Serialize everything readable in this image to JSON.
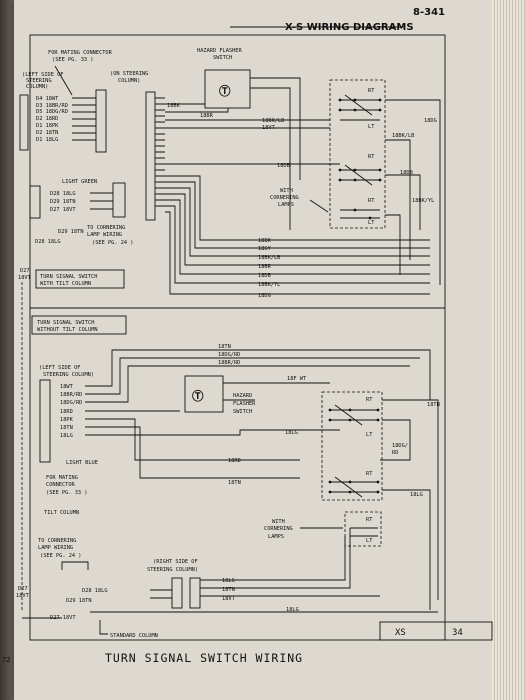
{
  "header": {
    "section_title": "X-S WIRING DIAGRAMS",
    "page_number": "8-341",
    "left_margin_number": "72"
  },
  "footer": {
    "diagram_title": "TURN SIGNAL SWITCH WIRING",
    "code_left": "XS",
    "code_right": "34"
  },
  "top_diagram": {
    "mating_connector": [
      "FOR MATING CONNECTOR",
      "(SEE PG. 33 )"
    ],
    "left_side_column": [
      "(LEFT SIDE OF",
      "STEERING",
      "COLUMN)"
    ],
    "on_steering_column": [
      "(ON STEERING",
      "COLUMN)"
    ],
    "hazard_flasher": [
      "HAZARD FLASHER",
      "SWITCH"
    ],
    "connector_pins": [
      "D4 18WT",
      "D3 18BR/RD",
      "D5 18DG/RD",
      "D2 18RD",
      "D1 18PK",
      "D2 18TN",
      "D1 18LG"
    ],
    "light_green": "LIGHT GREEN",
    "lower_pins": [
      "D28 18LG",
      "D29 18TN",
      "D27 18VT"
    ],
    "cornering_pins": [
      "D29 18TN",
      "D28 18LG"
    ],
    "to_cornering": [
      "TO CORNERING",
      "LAMP WIRING",
      "(SEE PG. 24 )"
    ],
    "with_cornering_lamps": [
      "WITH",
      "CORNERING",
      "LAMPS"
    ],
    "rt": "RT",
    "lt": "LT",
    "wires_hazard": [
      "18BK",
      "18BR",
      "18BK/LB",
      "18VT",
      "18DB"
    ],
    "wires_right": [
      "18DG",
      "18BK/LB",
      "18DB",
      "18BK/YL"
    ],
    "wire_bundle": [
      "18BK",
      "18GY",
      "18BK/LB",
      "18BR",
      "18DB",
      "18BK/YL",
      "18DG"
    ],
    "d27": [
      "D27",
      "18VT"
    ],
    "tilt_box": [
      "TURN SIGNAL SWITCH",
      "WITH TILT COLUMN"
    ],
    "no_tilt_box": [
      "TURN SIGNAL SWITCH",
      "WITHOUT TILT COLUMN"
    ]
  },
  "bottom_diagram": {
    "left_side_column": [
      "(LEFT SIDE OF",
      "STEERING COLUMN)"
    ],
    "connector_pins": [
      "18WT",
      "18BR/RD",
      "18DG/RD",
      "18RD",
      "18PK",
      "18TN",
      "18LG"
    ],
    "light_blue": "LIGHT BLUE",
    "mating_connector": [
      "FOR MATING",
      "CONNECTOR",
      "(SEE PG. 33 )"
    ],
    "tilt_column": "TILT COLUMN",
    "to_cornering": [
      "TO CORNERING",
      "LAMP WIRING",
      "(SEE PG. 24 )"
    ],
    "hazard_flasher": [
      "HAZARD",
      "FLASHER",
      "SWITCH"
    ],
    "top_wires": [
      "18TN",
      "18DG/RD",
      "18BR/RD"
    ],
    "wire_18f_wt": "18F WT",
    "wire_18lg": "18LG",
    "wire_18tn_right": "18TN",
    "wire_18dg_rd": [
      "18DG/",
      "RD"
    ],
    "wire_18rd": "18RD",
    "wire_18tn": "18TN",
    "wire_18lg_right": "18LG",
    "with_cornering_lamps": [
      "WITH",
      "CORNERING",
      "LAMPS"
    ],
    "rt": "RT",
    "lt": "LT",
    "right_side_column": [
      "(RIGHT SIDE OF",
      "STEERING COLUMN)"
    ],
    "rs_pins": [
      "18LG",
      "18TN",
      "18VT"
    ],
    "d28": "D28 18LG",
    "d29": "D29 18TN",
    "d27_left": [
      "D27",
      "18VT"
    ],
    "d27_bottom": "D27 18VT",
    "wire_18lg_bottom": "18LG",
    "standard_column": "STANDARD COLUMN"
  }
}
